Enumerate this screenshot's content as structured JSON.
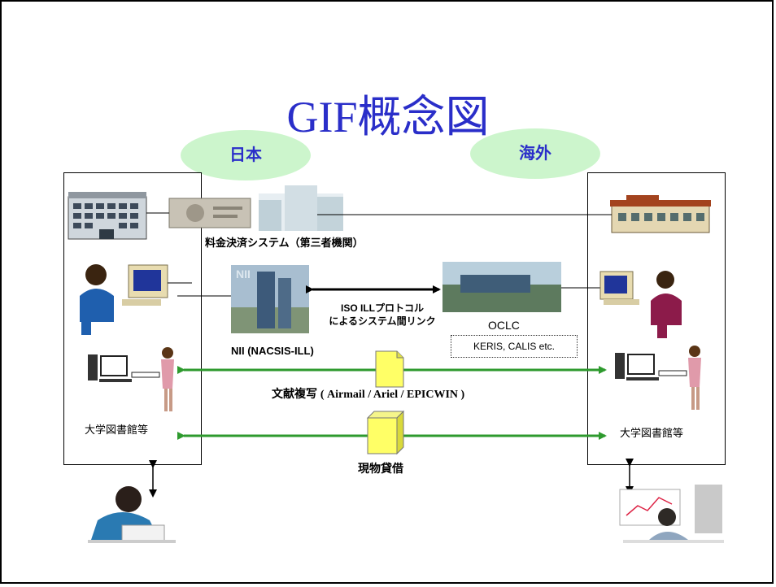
{
  "title": "GIF概念図",
  "regions": {
    "left": "日本",
    "right": "海外"
  },
  "payment_system_label": "料金決済システム（第三者機関）",
  "protocol_label": {
    "line1": "ISO ILLプロトコル",
    "line2": "によるシステム間リンク"
  },
  "nii_label": "NII (NACSIS-ILL)",
  "oclc_label": "OCLC",
  "partners_label": "KERIS, CALIS etc.",
  "library_left_label": "大学図書館等",
  "library_right_label": "大学図書館等",
  "copy_label": {
    "prefix": "文献複写",
    "detail": "( Airmail / Ariel / EPICWIN )"
  },
  "loan_label": "現物貸借",
  "colors": {
    "title": "#2a2ec9",
    "oval_fill": "#ccf5cc",
    "arrow_green": "#2e9a2e",
    "doc_yellow": "#ffff66"
  }
}
